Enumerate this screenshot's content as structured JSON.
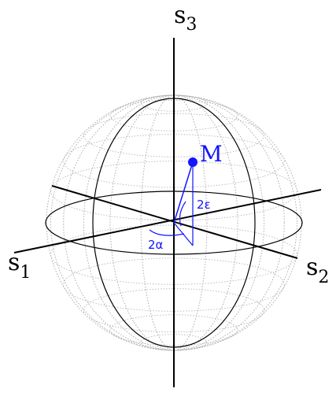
{
  "axes": {
    "s1": {
      "base": "s",
      "sub": "1"
    },
    "s2": {
      "base": "s",
      "sub": "2"
    },
    "s3": {
      "base": "s",
      "sub": "3"
    }
  },
  "point": {
    "label": "M"
  },
  "angles": {
    "azimuth": "2α",
    "ellipticity": "2ε"
  },
  "colors": {
    "accent": "#1414ff",
    "axis": "#000000",
    "grid": "#b5b5b5"
  }
}
